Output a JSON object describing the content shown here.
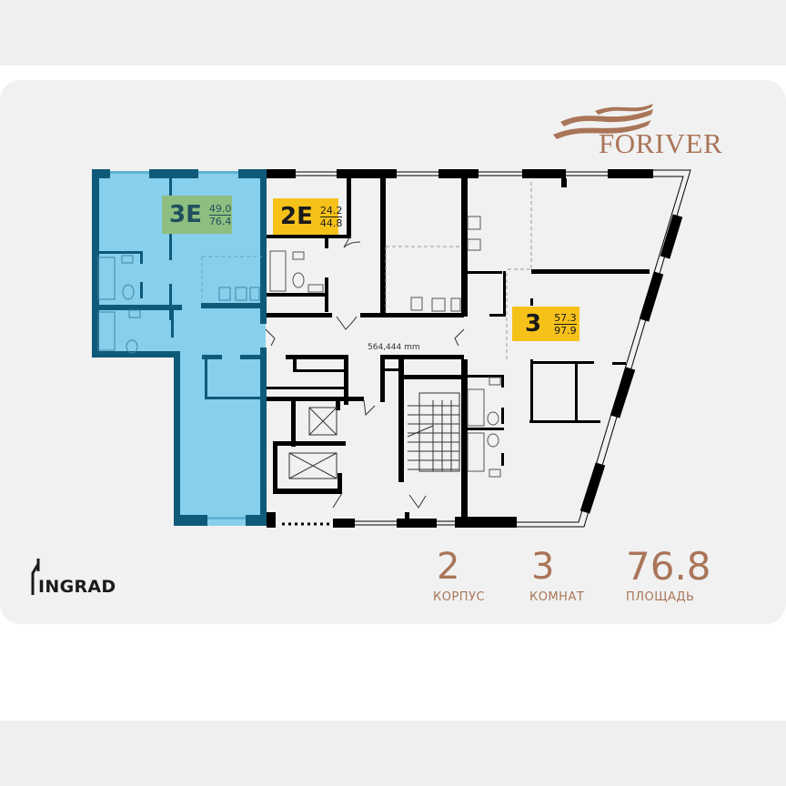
{
  "brand": {
    "developer_logo": "FORIVER",
    "builder_logo": "INGRAD"
  },
  "colors": {
    "brand_brown": "#a97558",
    "selected_apartment": "#86d0ec",
    "selected_walls": "#0f5a78",
    "badge_yellow": "#f6c21a",
    "badge_green": "#8fbf80",
    "walls": "#000000"
  },
  "plan": {
    "dimension_label": "564,444 mm",
    "apartments": [
      {
        "label": "3E",
        "living_area": "49.0",
        "total_area": "76.4",
        "selected": true
      },
      {
        "label": "2E",
        "living_area": "24.2",
        "total_area": "44.8",
        "selected": false
      },
      {
        "label": "3",
        "living_area": "57.3",
        "total_area": "97.9",
        "selected": false
      }
    ]
  },
  "summary": {
    "building": {
      "value": "2",
      "caption": "КОРПУС"
    },
    "rooms": {
      "value": "3",
      "caption": "КОМНАТ"
    },
    "area": {
      "value": "76.8",
      "caption": "ПЛОЩАДЬ"
    }
  }
}
